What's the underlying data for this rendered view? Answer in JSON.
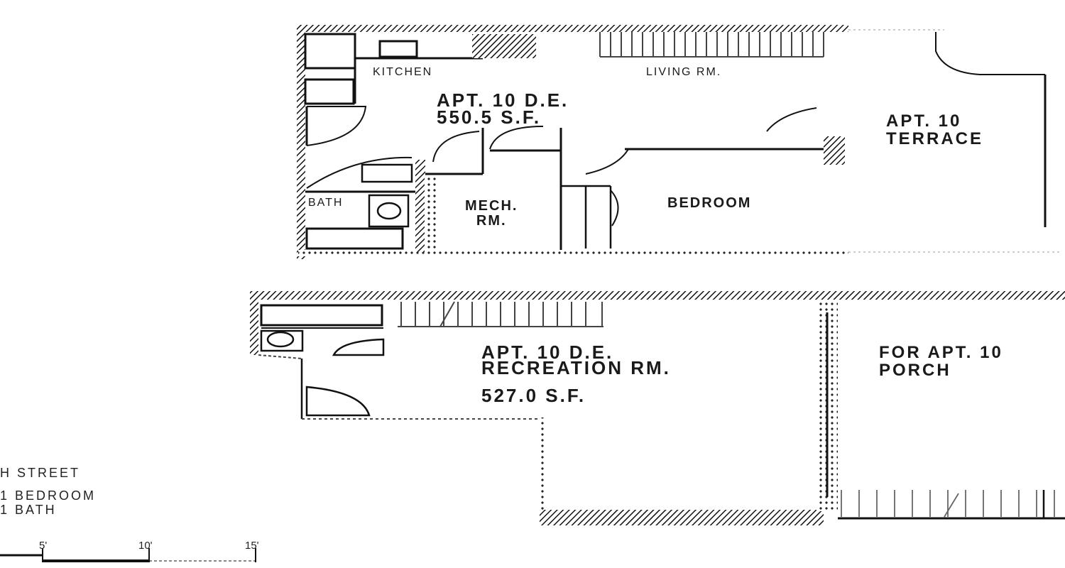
{
  "upper_floor": {
    "kitchen": "KITCHEN",
    "living_room": "LIVING RM.",
    "living_room_dims": "",
    "apt_label": "APT. 10 D.E.",
    "apt_area": "550.5 S.F.",
    "terrace": "APT. 10\nTERRACE",
    "terrace_dims": "",
    "bath": "BATH",
    "mech_rm": "MECH.\nRM.",
    "bedroom": "BEDROOM",
    "bedroom_dims": ""
  },
  "lower_floor": {
    "apt_label": "APT. 10 D.E.",
    "rec_room": "RECREATION RM.",
    "rec_dims": "",
    "rec_area": "527.0 S.F.",
    "porch": "FOR APT. 10\nPORCH",
    "porch_dims": ""
  },
  "legend": {
    "street": "H STREET",
    "line1": "1 BEDROOM",
    "line2": "1 BATH",
    "line3": ""
  },
  "scale": {
    "labels": [
      "5'",
      "10'",
      "15'"
    ]
  }
}
